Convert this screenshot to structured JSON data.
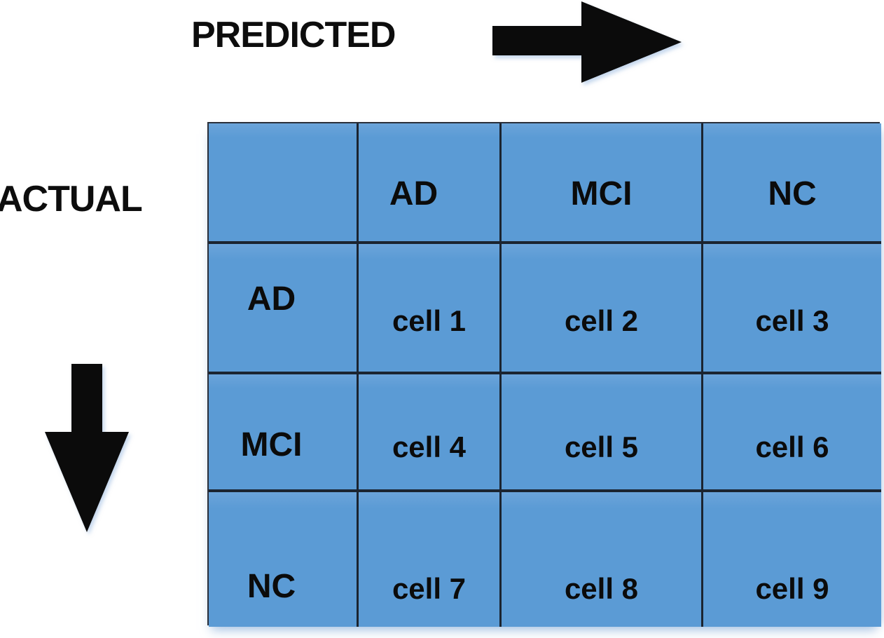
{
  "diagram": {
    "type": "confusion-matrix-schematic",
    "predicted_axis_label": "PREDICTED",
    "actual_axis_label": "ACTUAL"
  },
  "icons": {
    "predicted_arrow": "right-arrow",
    "actual_arrow": "down-arrow"
  },
  "matrix": {
    "corner": "",
    "col_headers": [
      "AD",
      "MCI",
      "NC"
    ],
    "rows": [
      {
        "label": "AD",
        "cells": [
          "cell 1",
          "cell 2",
          "cell 3"
        ]
      },
      {
        "label": "MCI",
        "cells": [
          "cell 4",
          "cell 5",
          "cell 6"
        ]
      },
      {
        "label": "NC",
        "cells": [
          "cell 7",
          "cell 8",
          "cell 9"
        ]
      }
    ]
  },
  "colors": {
    "cell_fill": "#5b9bd5",
    "grid_line": "#1b2430",
    "text": "#0b0b0b",
    "arrow": "#0b0b0b",
    "background": "#ffffff"
  }
}
